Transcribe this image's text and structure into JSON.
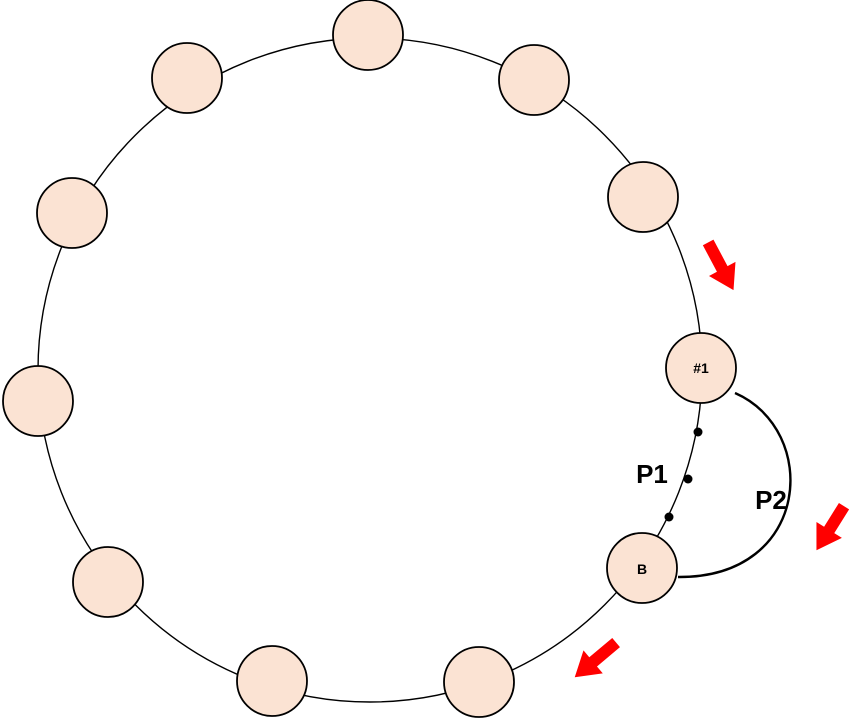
{
  "nodes": {
    "labels": {
      "n1": "#1",
      "b": "B"
    }
  },
  "paths": {
    "p1": "P1",
    "p2": "P2"
  },
  "colors": {
    "node_fill": "#fbe3d3",
    "arrow": "#ff0000",
    "line": "#000000"
  }
}
